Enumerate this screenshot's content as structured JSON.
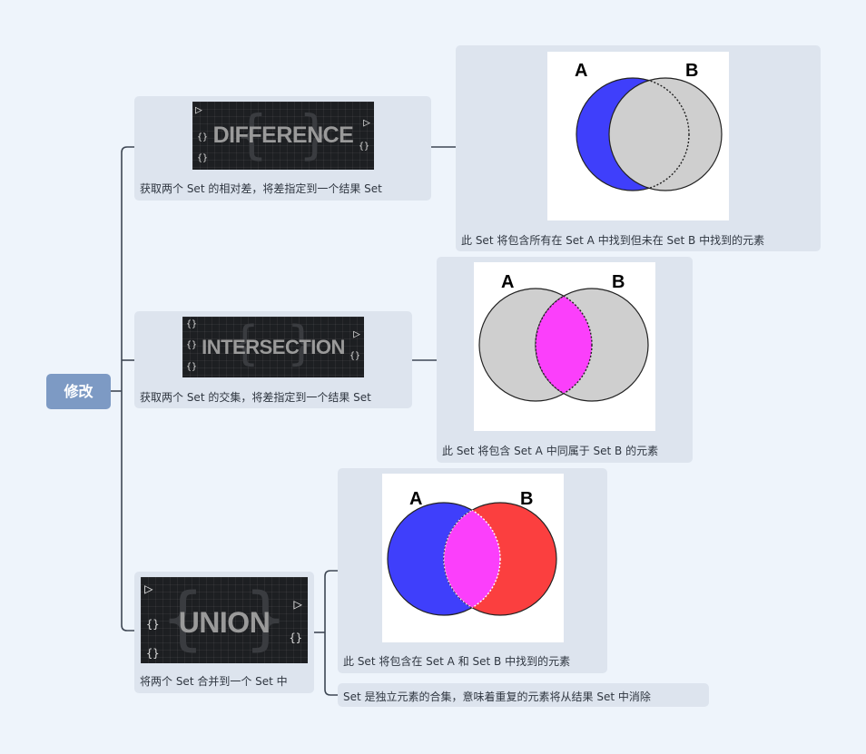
{
  "root": {
    "label": "修改"
  },
  "branches": [
    {
      "node_title": "DIFFERENCE",
      "description": "获取两个 Set 的相对差，将差指定到一个结果 Set",
      "venn": {
        "label_a": "A",
        "label_b": "B",
        "caption": "此 Set 将包含所有在 Set A 中找到但未在 Set B 中找到的元素"
      }
    },
    {
      "node_title": "INTERSECTION",
      "description": "获取两个 Set 的交集，将差指定到一个结果 Set",
      "venn": {
        "label_a": "A",
        "label_b": "B",
        "caption": "此 Set 将包含 Set A 中同属于 Set B 的元素"
      }
    },
    {
      "node_title": "UNION",
      "description": "将两个 Set 合并到一个 Set 中",
      "venn": {
        "label_a": "A",
        "label_b": "B",
        "caption": "此 Set 将包含在 Set A 和 Set B 中找到的元素"
      },
      "note": "Set 是独立元素的合集，意味着重复的元素将从结果 Set 中消除"
    }
  ],
  "colors": {
    "blue": "#3f3ffb",
    "gray": "#cfcfcf",
    "magenta": "#fb3ffb",
    "red": "#fb3f3f",
    "line": "#3e4754",
    "root": "#7d9ac4"
  }
}
